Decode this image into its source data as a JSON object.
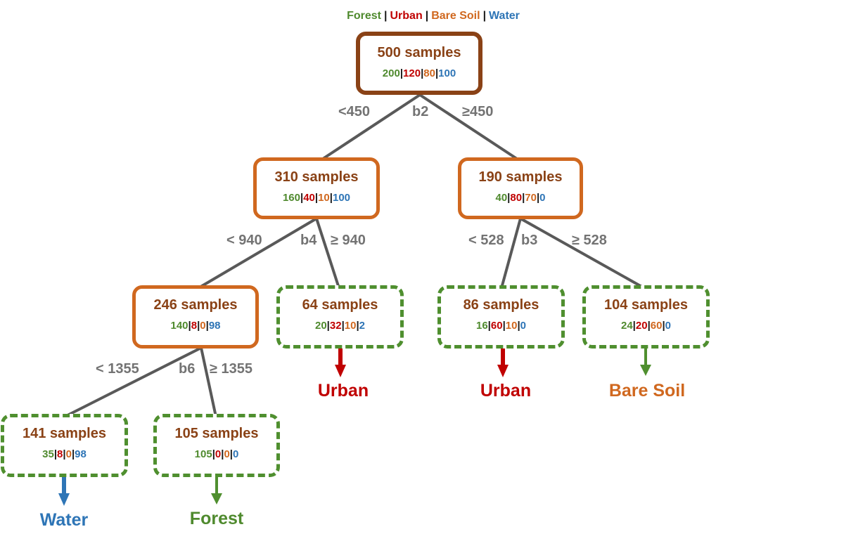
{
  "legend": {
    "items": [
      {
        "label": "Forest",
        "color": "#4f8a2e"
      },
      {
        "label": "Urban",
        "color": "#c00000"
      },
      {
        "label": "Bare Soil",
        "color": "#d0681f"
      },
      {
        "label": "Water",
        "color": "#2e75b6"
      }
    ],
    "separator": "|"
  },
  "nodes": {
    "n500": {
      "title": "500 samples",
      "counts": [
        "200",
        "120",
        "80",
        "100"
      ]
    },
    "n310": {
      "title": "310 samples",
      "counts": [
        "160",
        "40",
        "10",
        "100"
      ]
    },
    "n190": {
      "title": "190 samples",
      "counts": [
        "40",
        "80",
        "70",
        "0"
      ]
    },
    "n246": {
      "title": "246 samples",
      "counts": [
        "140",
        "8",
        "0",
        "98"
      ]
    },
    "n64": {
      "title": "64 samples",
      "counts": [
        "20",
        "32",
        "10",
        "2"
      ]
    },
    "n86": {
      "title": "86 samples",
      "counts": [
        "16",
        "60",
        "10",
        "0"
      ]
    },
    "n104": {
      "title": "104 samples",
      "counts": [
        "24",
        "20",
        "60",
        "0"
      ]
    },
    "n141": {
      "title": "141 samples",
      "counts": [
        "35",
        "8",
        "0",
        "98"
      ]
    },
    "n105": {
      "title": "105 samples",
      "counts": [
        "105",
        "0",
        "0",
        "0"
      ]
    }
  },
  "splits": {
    "s500": {
      "left": "<450",
      "feature": "b2",
      "right": "≥450"
    },
    "s310": {
      "left": "< 940",
      "feature": "b4",
      "right": "≥ 940"
    },
    "s190": {
      "left": "< 528",
      "feature": "b3",
      "right": "≥ 528"
    },
    "s246": {
      "left": "< 1355",
      "feature": "b6",
      "right": "≥ 1355"
    }
  },
  "outcomes": {
    "n64": "Urban",
    "n86": "Urban",
    "n104": "Bare Soil",
    "n141": "Water",
    "n105": "Forest"
  },
  "colors": {
    "forest": "#4f8a2e",
    "urban": "#c00000",
    "bare_soil": "#d0681f",
    "water": "#2e75b6",
    "edge": "#595959",
    "root_border": "#8a4216",
    "internal_border": "#d0681f",
    "leaf_border": "#4f8f2f",
    "split_text": "#737373"
  }
}
